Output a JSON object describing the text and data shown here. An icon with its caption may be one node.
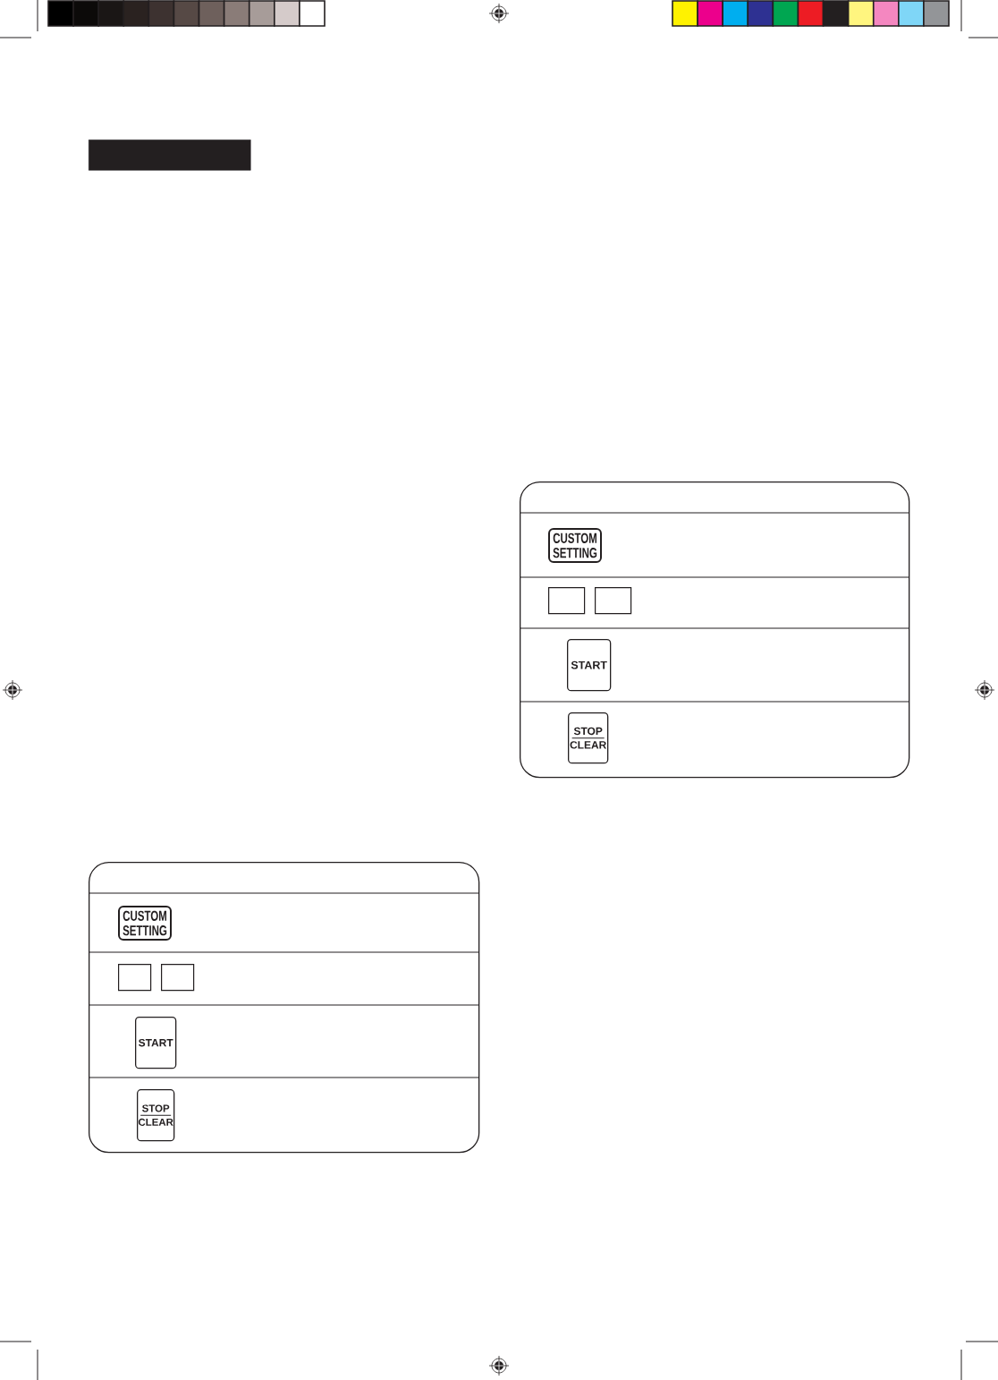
{
  "diagram": {
    "nodes": [
      {
        "text": [],
        "shape": "bar"
      },
      {
        "text": [],
        "shape": "box"
      },
      {
        "text": [
          "CUSTOM SETTING"
        ],
        "in": 1
      },
      {
        "text": [],
        "shape": "box",
        "in": 1
      },
      {
        "text": [],
        "shape": "box",
        "in": 1
      },
      {
        "text": [
          "START"
        ],
        "in": 1
      },
      {
        "text": [
          "STOP",
          "CLEAR"
        ],
        "in": 1
      },
      {
        "text": [],
        "shape": "box"
      },
      {
        "text": [
          "CUSTOM SETTING"
        ],
        "in": 7
      },
      {
        "text": [],
        "shape": "box",
        "in": 7
      },
      {
        "text": [],
        "shape": "box",
        "in": 7
      },
      {
        "text": [
          "START"
        ],
        "in": 7
      },
      {
        "text": [
          "STOP",
          "CLEAR"
        ],
        "in": 7
      }
    ]
  }
}
